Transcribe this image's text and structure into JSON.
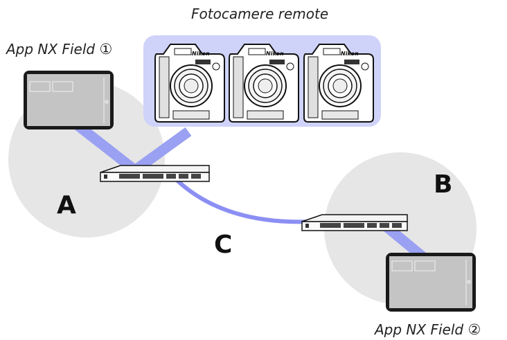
{
  "labels": {
    "remote_cameras": "Fotocamere remote",
    "app1": "App NX Field",
    "app1_mark": "①",
    "app2": "App NX Field",
    "app2_mark": "②"
  },
  "zones": {
    "a": "A",
    "b": "B",
    "c": "C"
  },
  "camera_brand": "Nikon",
  "colors": {
    "link": "#9aa1f2",
    "cable": "#8b8ff3",
    "zone_bg": "#e6e6e6",
    "camera_panel": "#cfd3fa"
  },
  "icons": [
    "tablet-icon",
    "camera-icon",
    "network-switch-icon"
  ]
}
